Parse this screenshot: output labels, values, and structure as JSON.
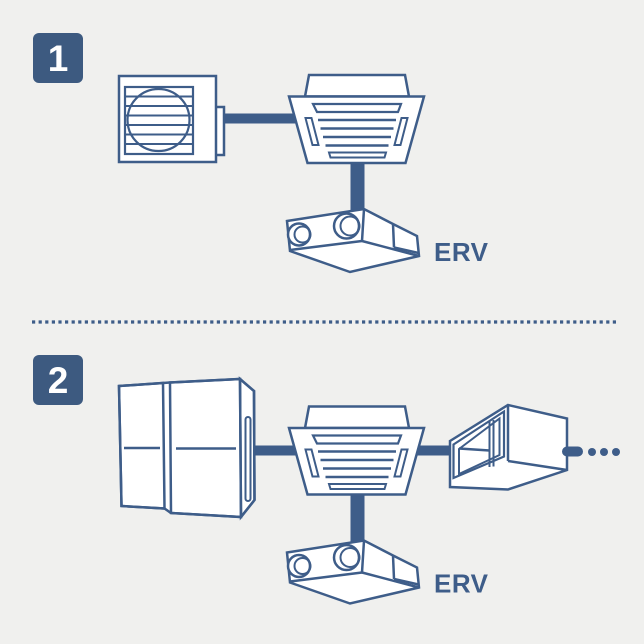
{
  "colors": {
    "accent": "#3e5d89",
    "badge": "#3d5a80",
    "background": "#f0f0ee",
    "unit_fill": "#ffffff"
  },
  "sections": [
    {
      "number": "1",
      "erv_label": "ERV"
    },
    {
      "number": "2",
      "erv_label": "ERV",
      "continuation_dots": 3
    }
  ]
}
